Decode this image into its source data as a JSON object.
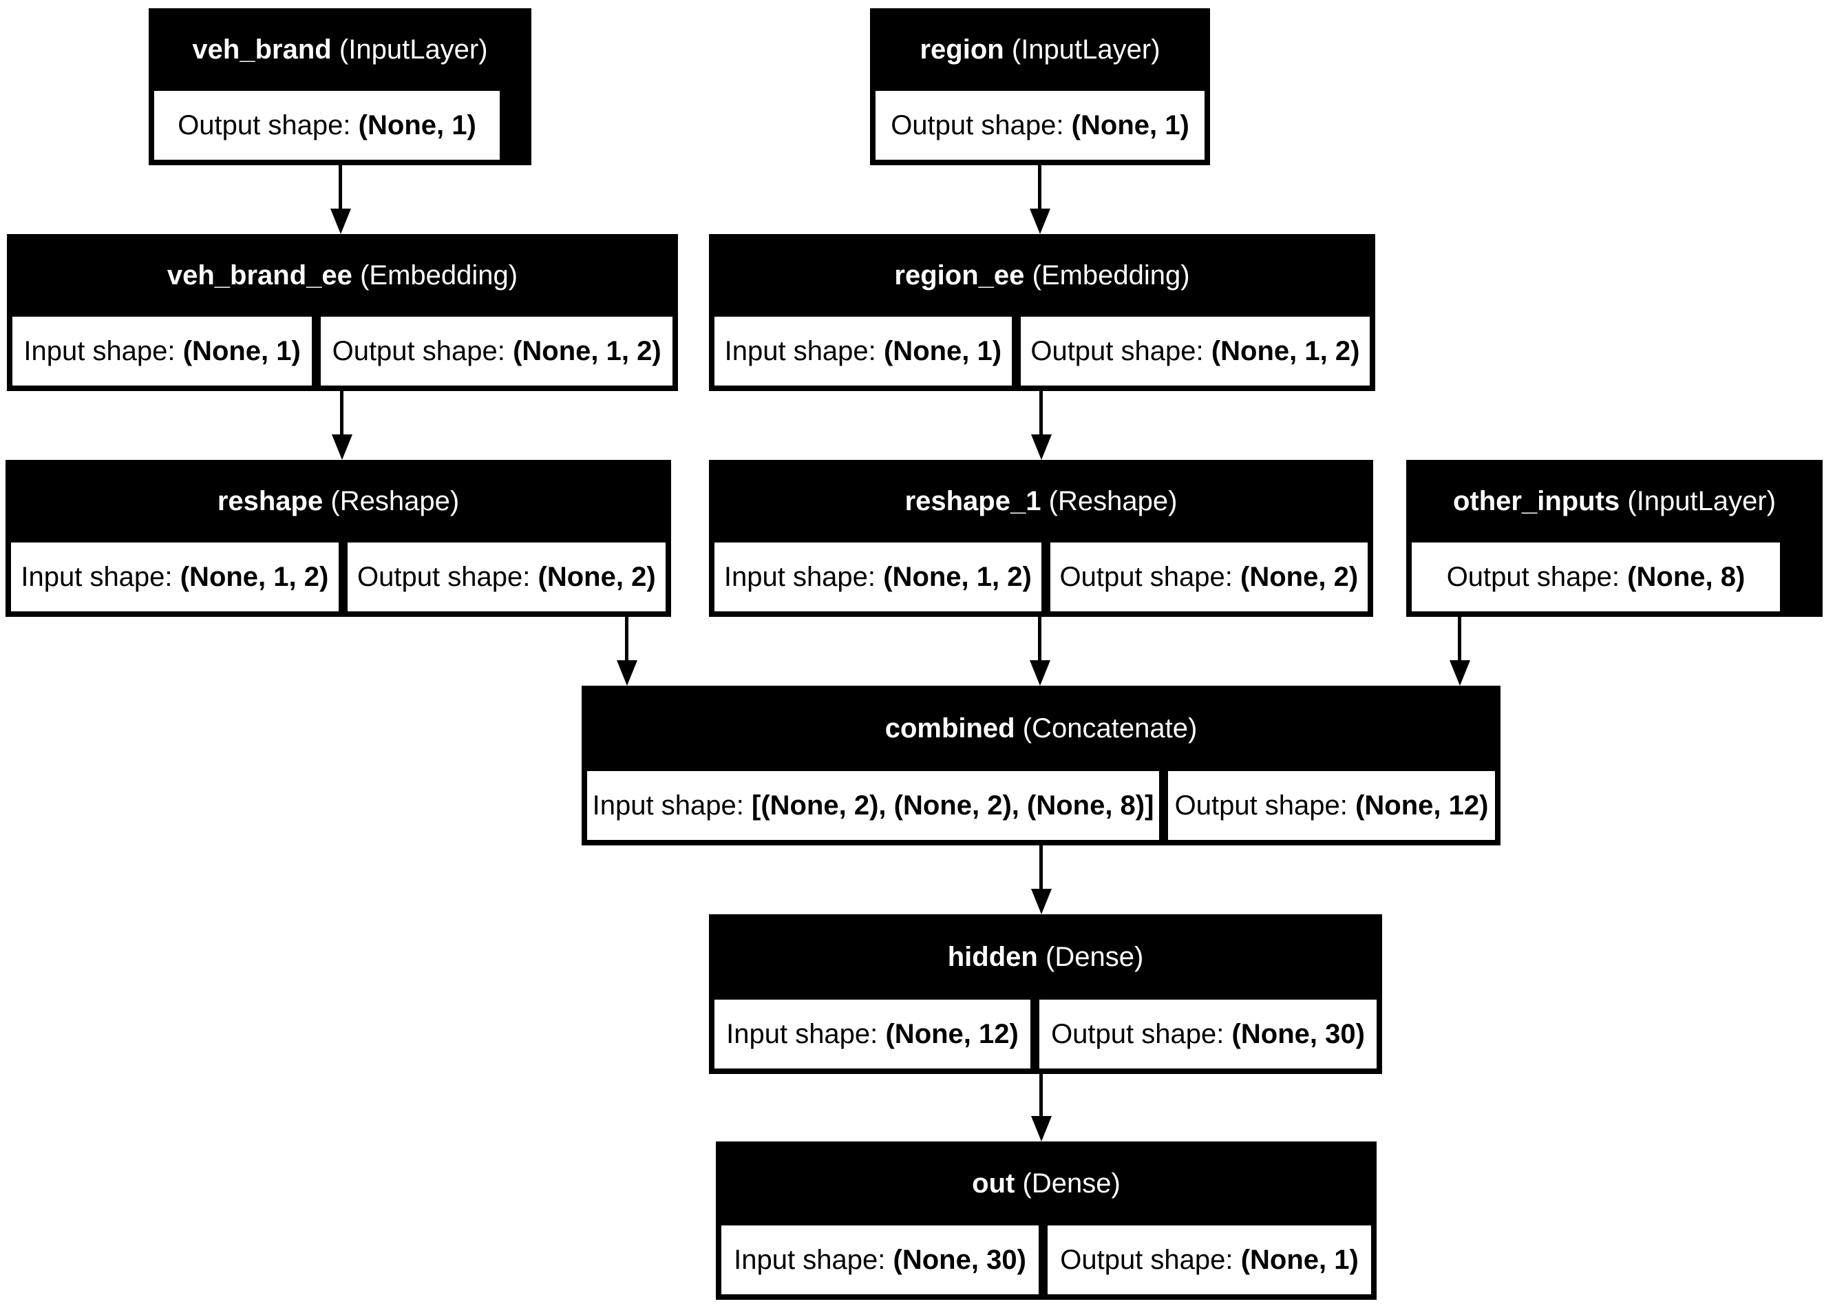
{
  "colors": {
    "background": "#ffffff",
    "node_fill": "#000000",
    "node_title_text": "#ffffff",
    "cell_fill": "#ffffff",
    "cell_text": "#000000",
    "edge": "#000000"
  },
  "nodes": {
    "veh_brand": {
      "name": "veh_brand",
      "layer_type": "(InputLayer)",
      "output_label": "Output shape:",
      "output_shape": "(None, 1)"
    },
    "region": {
      "name": "region",
      "layer_type": "(InputLayer)",
      "output_label": "Output shape:",
      "output_shape": "(None, 1)"
    },
    "veh_brand_ee": {
      "name": "veh_brand_ee",
      "layer_type": "(Embedding)",
      "input_label": "Input shape:",
      "input_shape": "(None, 1)",
      "output_label": "Output shape:",
      "output_shape": "(None, 1, 2)"
    },
    "region_ee": {
      "name": "region_ee",
      "layer_type": "(Embedding)",
      "input_label": "Input shape:",
      "input_shape": "(None, 1)",
      "output_label": "Output shape:",
      "output_shape": "(None, 1, 2)"
    },
    "reshape": {
      "name": "reshape",
      "layer_type": "(Reshape)",
      "input_label": "Input shape:",
      "input_shape": "(None, 1, 2)",
      "output_label": "Output shape:",
      "output_shape": "(None, 2)"
    },
    "reshape_1": {
      "name": "reshape_1",
      "layer_type": "(Reshape)",
      "input_label": "Input shape:",
      "input_shape": "(None, 1, 2)",
      "output_label": "Output shape:",
      "output_shape": "(None, 2)"
    },
    "other_inputs": {
      "name": "other_inputs",
      "layer_type": "(InputLayer)",
      "output_label": "Output shape:",
      "output_shape": "(None, 8)"
    },
    "combined": {
      "name": "combined",
      "layer_type": "(Concatenate)",
      "input_label": "Input shape:",
      "input_shape": "[(None, 2), (None, 2), (None, 8)]",
      "output_label": "Output shape:",
      "output_shape": "(None, 12)"
    },
    "hidden": {
      "name": "hidden",
      "layer_type": "(Dense)",
      "input_label": "Input shape:",
      "input_shape": "(None, 12)",
      "output_label": "Output shape:",
      "output_shape": "(None, 30)"
    },
    "out": {
      "name": "out",
      "layer_type": "(Dense)",
      "input_label": "Input shape:",
      "input_shape": "(None, 30)",
      "output_label": "Output shape:",
      "output_shape": "(None, 1)"
    }
  },
  "edges": [
    {
      "from": "veh_brand",
      "to": "veh_brand_ee"
    },
    {
      "from": "region",
      "to": "region_ee"
    },
    {
      "from": "veh_brand_ee",
      "to": "reshape"
    },
    {
      "from": "region_ee",
      "to": "reshape_1"
    },
    {
      "from": "reshape",
      "to": "combined"
    },
    {
      "from": "reshape_1",
      "to": "combined"
    },
    {
      "from": "other_inputs",
      "to": "combined"
    },
    {
      "from": "combined",
      "to": "hidden"
    },
    {
      "from": "hidden",
      "to": "out"
    }
  ]
}
